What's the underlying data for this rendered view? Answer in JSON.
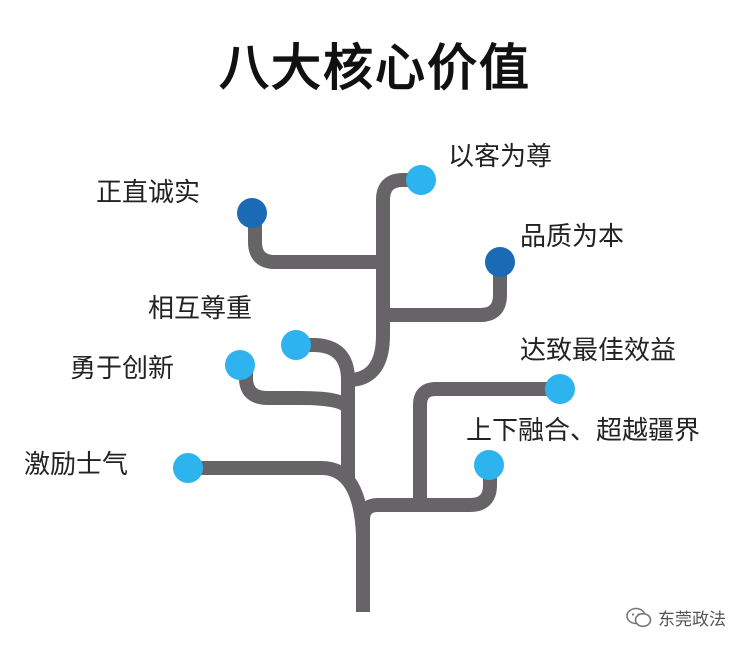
{
  "title": "八大核心价值",
  "values": [
    "以客为尊",
    "正直诚实",
    "品质为本",
    "相互尊重",
    "勇于创新",
    "达致最佳效益",
    "上下融合、超越疆界",
    "激励士气"
  ],
  "watermark": "东莞政法",
  "colors": {
    "branch": "#666467",
    "node_light": "#2db3ee",
    "node_dark": "#1a6ab5"
  }
}
